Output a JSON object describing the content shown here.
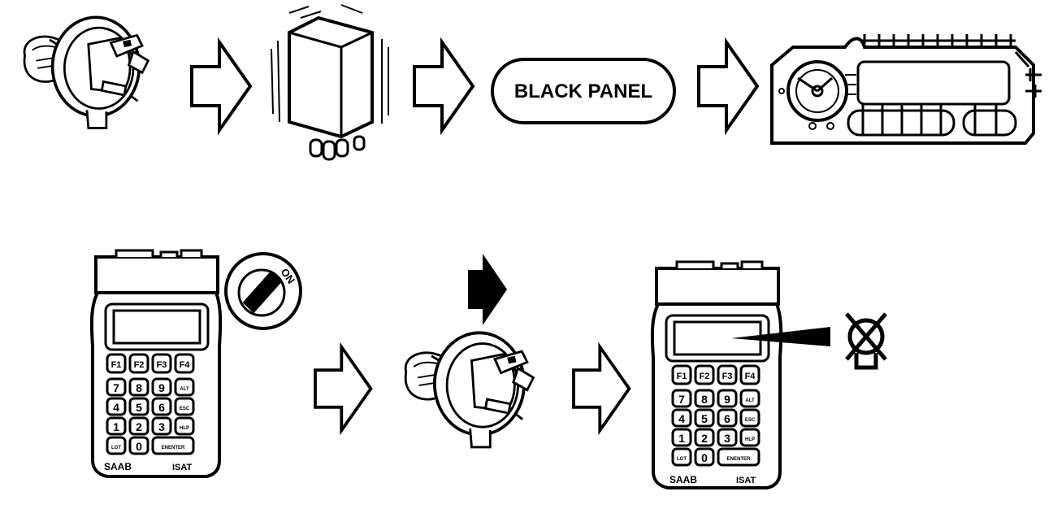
{
  "panel_label": "BLACK PANEL",
  "ignition_label": "ON",
  "tester_left": {
    "brand": "SAAB",
    "model": "ISAT",
    "fkeys": [
      "F1",
      "F2",
      "F3",
      "F4"
    ],
    "row1": [
      "7",
      "8",
      "9",
      "ALT"
    ],
    "row2": [
      "4",
      "5",
      "6",
      "ESC"
    ],
    "row3": [
      "1",
      "2",
      "3",
      "HLP"
    ],
    "row4": [
      "LGT",
      "0",
      "ENENTER"
    ]
  },
  "tester_right": {
    "brand": "SAAB",
    "model": "ISAT",
    "fkeys": [
      "F1",
      "F2",
      "F3",
      "F4"
    ],
    "row1": [
      "7",
      "8",
      "9",
      "ALT"
    ],
    "row2": [
      "4",
      "5",
      "6",
      "ESC"
    ],
    "row3": [
      "1",
      "2",
      "3",
      "HLP"
    ],
    "row4": [
      "LGT",
      "0",
      "ENENTER"
    ]
  },
  "icons": {
    "bulb": "h4-bulb-icon",
    "relay": "relay-icon",
    "cluster": "instrument-cluster-icon",
    "ignition": "ignition-switch-icon",
    "crossed_lamp": "crossed-lamp-icon"
  }
}
